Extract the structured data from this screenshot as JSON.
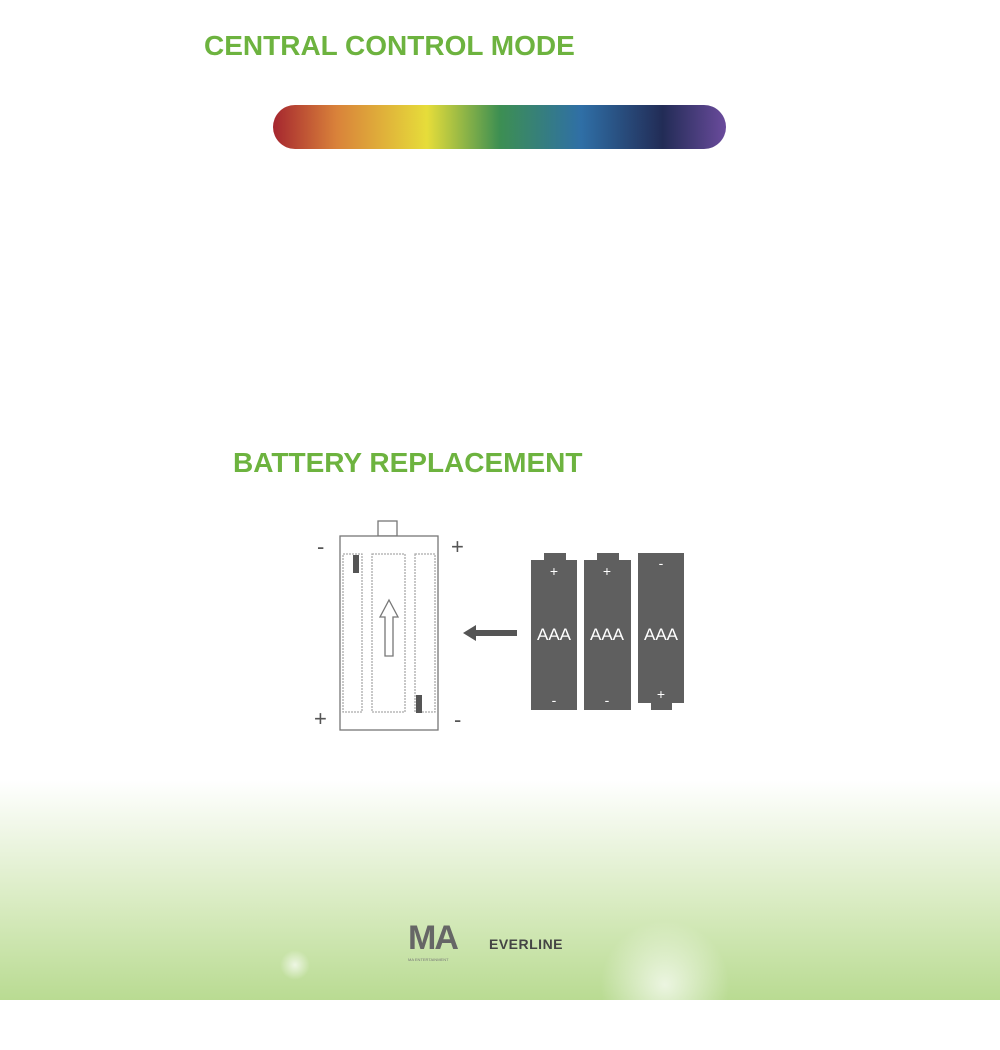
{
  "sections": {
    "central_control_title": "CENTRAL CONTROL MODE",
    "battery_title": "BATTERY REPLACEMENT"
  },
  "battery_diagram": {
    "case_signs": {
      "top_left": "-",
      "top_right": "+",
      "bottom_left": "+",
      "bottom_right": "-"
    },
    "batteries": [
      {
        "label": "AAA",
        "top": "+",
        "bottom": "-"
      },
      {
        "label": "AAA",
        "top": "+",
        "bottom": "-"
      },
      {
        "label": "AAA",
        "top": "-",
        "bottom": "+"
      }
    ]
  },
  "footer": {
    "logo_ma": "MA",
    "logo_ma_sub": "MA ENTERTAINMENT",
    "logo_everline": "EVERLINE"
  }
}
